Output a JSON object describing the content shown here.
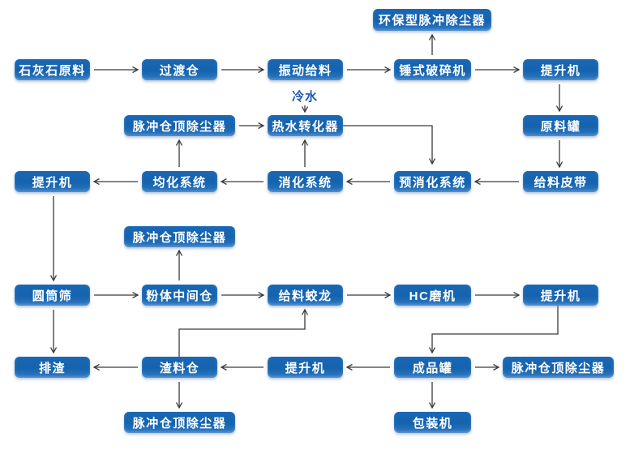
{
  "nodes": {
    "eco-pulse-dust-collector": "环保型脉冲除尘器",
    "limestone-raw": "石灰石原料",
    "transfer-bin": "过渡仓",
    "vibrating-feeder": "振动给料",
    "hammer-crusher": "锤式破碎机",
    "elevator-1": "提升机",
    "silo-top-dust-collector-1": "脉冲仓顶除尘器",
    "hot-water-converter": "热水转化器",
    "raw-material-tank": "原料罐",
    "elevator-2": "提升机",
    "homogenizing-system": "均化系统",
    "digestion-system": "消化系统",
    "pre-digestion-system": "预消化系统",
    "feeding-belt": "给料皮带",
    "silo-top-dust-collector-2": "脉冲仓顶除尘器",
    "rotary-screen": "圆筒筛",
    "powder-intermediate-bin": "粉体中间仓",
    "feeding-screw": "给料蛟龙",
    "hc-mill": "HC磨机",
    "elevator-3": "提升机",
    "slag-discharge": "排渣",
    "slag-bin": "渣料仓",
    "elevator-4": "提升机",
    "finished-product-tank": "成品罐",
    "silo-top-dust-collector-3": "脉冲仓顶除尘器",
    "silo-top-dust-collector-4": "脉冲仓顶除尘器",
    "packing-machine": "包装机"
  },
  "labels": {
    "cold-water": "冷水"
  },
  "edges": [
    {
      "from": "limestone-raw",
      "to": "transfer-bin"
    },
    {
      "from": "transfer-bin",
      "to": "vibrating-feeder"
    },
    {
      "from": "vibrating-feeder",
      "to": "hammer-crusher"
    },
    {
      "from": "hammer-crusher",
      "to": "elevator-1"
    },
    {
      "from": "hammer-crusher",
      "to": "eco-pulse-dust-collector"
    },
    {
      "from": "elevator-1",
      "to": "raw-material-tank"
    },
    {
      "from": "raw-material-tank",
      "to": "feeding-belt"
    },
    {
      "from": "feeding-belt",
      "to": "pre-digestion-system"
    },
    {
      "from": "pre-digestion-system",
      "to": "digestion-system"
    },
    {
      "from": "digestion-system",
      "to": "homogenizing-system"
    },
    {
      "from": "homogenizing-system",
      "to": "elevator-2"
    },
    {
      "from": "digestion-system",
      "to": "hot-water-converter"
    },
    {
      "from": "hot-water-converter",
      "to": "pre-digestion-system"
    },
    {
      "from": "silo-top-dust-collector-1",
      "to": "hot-water-converter"
    },
    {
      "from": "cold-water",
      "to": "hot-water-converter"
    },
    {
      "from": "homogenizing-system",
      "to": "silo-top-dust-collector-1"
    },
    {
      "from": "elevator-2",
      "to": "rotary-screen"
    },
    {
      "from": "rotary-screen",
      "to": "powder-intermediate-bin"
    },
    {
      "from": "powder-intermediate-bin",
      "to": "feeding-screw"
    },
    {
      "from": "feeding-screw",
      "to": "hc-mill"
    },
    {
      "from": "hc-mill",
      "to": "elevator-3"
    },
    {
      "from": "powder-intermediate-bin",
      "to": "silo-top-dust-collector-2"
    },
    {
      "from": "rotary-screen",
      "to": "slag-discharge"
    },
    {
      "from": "elevator-3",
      "to": "finished-product-tank"
    },
    {
      "from": "slag-bin",
      "to": "feeding-screw"
    },
    {
      "from": "finished-product-tank",
      "to": "elevator-4"
    },
    {
      "from": "elevator-4",
      "to": "slag-bin"
    },
    {
      "from": "slag-bin",
      "to": "slag-discharge"
    },
    {
      "from": "slag-bin",
      "to": "silo-top-dust-collector-4"
    },
    {
      "from": "finished-product-tank",
      "to": "silo-top-dust-collector-3"
    },
    {
      "from": "finished-product-tank",
      "to": "packing-machine"
    }
  ],
  "colors": {
    "box_blue": "#1563ae",
    "box_blue_light": "#1a68b5",
    "box_blue_bottom": "#2d78c2",
    "arrow": "#3a3a3a",
    "cold_water": "#1d5bb0",
    "background": "#ffffff"
  }
}
